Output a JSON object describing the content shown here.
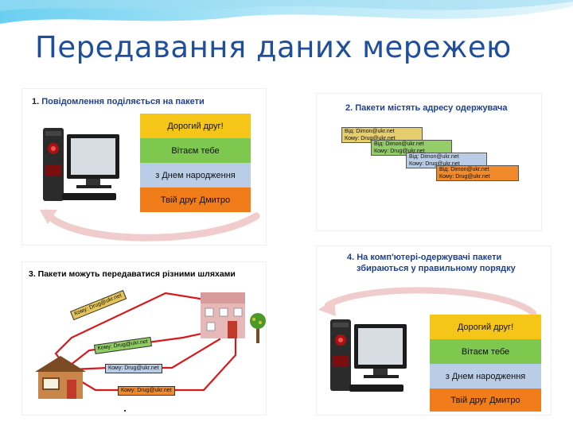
{
  "page": {
    "title": "Передавання даних мережею"
  },
  "panel1": {
    "step_num": "1.",
    "step_text": "Повідомлення поділяється на пакети",
    "packets": [
      "Дорогий друг!",
      "Вітаєм тебе",
      "з Днем народження",
      "Твій друг Дмитро"
    ]
  },
  "panel2": {
    "step_text": "2. Пакети містять адресу одержувача",
    "envelopes": [
      {
        "from": "Від: Dimon@ukr.net",
        "to": "Кому: Drug@ukr.net",
        "color": "#e6cd6d"
      },
      {
        "from": "Від: Dimon@ukr.net",
        "to": "Кому: Drug@ukr.net",
        "color": "#94cc6a"
      },
      {
        "from": "Від: Dimon@ukr.net",
        "to": "Кому: Drug@ukr.net",
        "color": "#b9cde6"
      },
      {
        "from": "Від: Dimon@ukr.net",
        "to": "Кому: Drug@ukr.net",
        "color": "#f08a2b"
      }
    ]
  },
  "panel3": {
    "step_text": "3. Пакети можуть передаватися різними шляхами",
    "route_labels": [
      "Кому: Drug@ukr.net",
      "Кому: Drug@ukr.net",
      "Кому: Drug@ukr.net",
      "Кому: Drug@ukr.net"
    ]
  },
  "panel4": {
    "step_line1": "4. На комп'ютері-одержувачі пакети",
    "step_line2": "збираються у правильному порядку",
    "packets": [
      "Дорогий друг!",
      "Вітаєм тебе",
      "з Днем народження",
      "Твій друг Дмитро"
    ]
  },
  "colors": {
    "title": "#1f4e9a",
    "yellow": "#f5c518",
    "green": "#7ec850",
    "blue": "#b9cde6",
    "orange": "#f07c1a",
    "route": "#d8191c"
  }
}
